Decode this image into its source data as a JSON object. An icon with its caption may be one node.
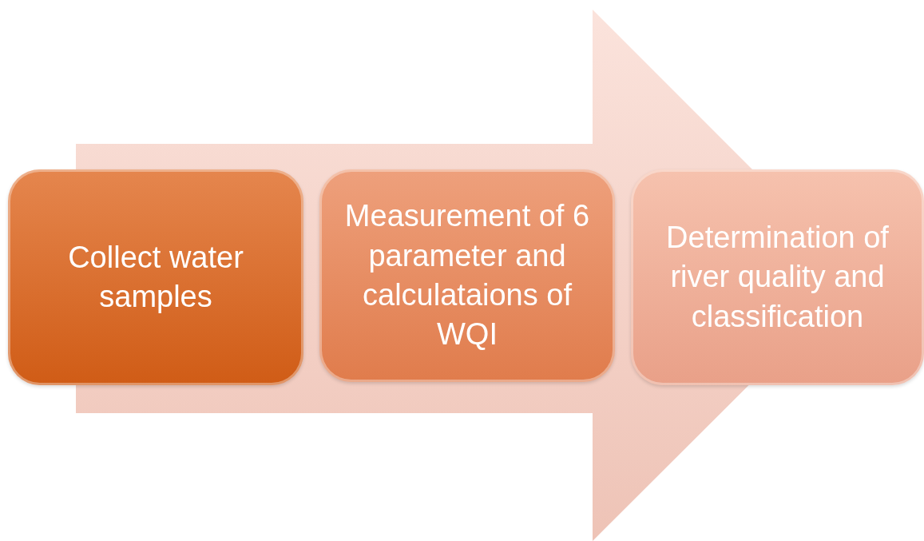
{
  "diagram": {
    "nodes": [
      {
        "text": [
          "Collect water samples"
        ]
      },
      {
        "text": [
          "Measurement of 6 parameter and calculataions of WQI"
        ]
      },
      {
        "text": [
          "Determination of river quality and classification"
        ]
      }
    ],
    "edges": [
      {
        "from": 0,
        "to": 2,
        "arrow": "to"
      }
    ]
  }
}
